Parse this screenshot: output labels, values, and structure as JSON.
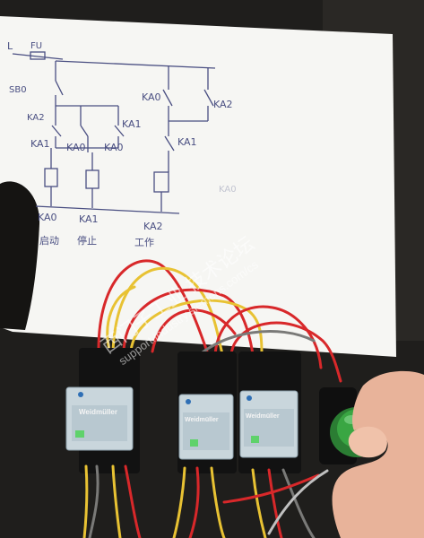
{
  "photo": {
    "diagram": {
      "top_labels": [
        "L",
        "FU"
      ],
      "stop_button": "SB0",
      "contacts": [
        "KA2",
        "KA1",
        "KA1",
        "KA0",
        "KA0",
        "KA0",
        "KA2",
        "KA1"
      ],
      "coil_tags": [
        "KA0",
        "KA1",
        "KA2"
      ],
      "coil_functions": [
        "启动",
        "停止",
        "工作"
      ],
      "faint_text": "KA0"
    },
    "watermark": {
      "line1": "西门子工业  技术论坛",
      "line2": "support.industry.siemens.com/cs"
    },
    "relay_brand": "Weidmüller",
    "colors": {
      "paper": "#f7f7f5",
      "ink": "#4a4f82",
      "table": "#1d1c1a",
      "wire_red": "#d8282a",
      "wire_yellow": "#e8c233",
      "wire_gray": "#7a7a78",
      "relay_case": "#c9d6dc",
      "button_green": "#3aa643"
    }
  }
}
